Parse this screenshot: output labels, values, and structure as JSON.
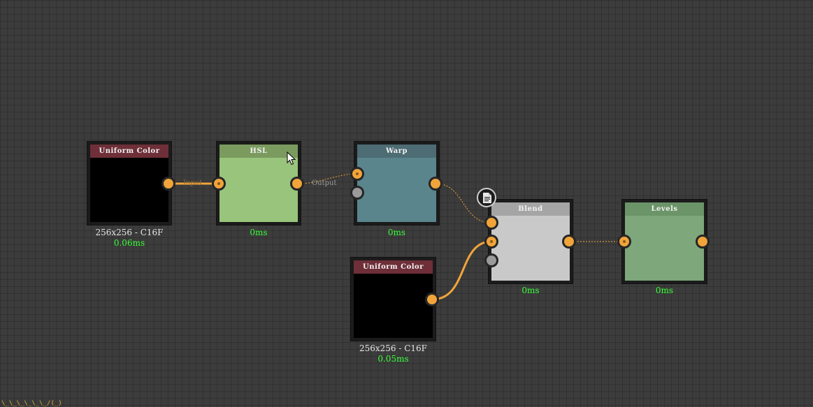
{
  "nodes": {
    "uniform_color_1": {
      "title": "Uniform Color",
      "dimensions": "256x256 - C16F",
      "time": "0.06ms",
      "header_color": "#6e2f38",
      "body_color": "#000000"
    },
    "hsl": {
      "title": "HSL",
      "time": "0ms",
      "header_color": "#7a9a5e",
      "body_color": "#99c47c"
    },
    "warp": {
      "title": "Warp",
      "time": "0ms",
      "header_color": "#4d6c74",
      "body_color": "#5a858d"
    },
    "uniform_color_2": {
      "title": "Uniform Color",
      "dimensions": "256x256 - C16F",
      "time": "0.05ms",
      "header_color": "#6e2f38",
      "body_color": "#000000"
    },
    "blend": {
      "title": "Blend",
      "time": "0ms",
      "header_color": "#a5a5a5",
      "body_color": "#c9c9c9"
    },
    "levels": {
      "title": "Levels",
      "time": "0ms",
      "header_color": "#6b9468",
      "body_color": "#7ea77b"
    }
  },
  "wire_labels": {
    "input": "Input",
    "output": "Output"
  },
  "icons": {
    "doc": "document-icon",
    "cursor": "mouse-pointer-icon"
  },
  "colors": {
    "port": "#f0a43a",
    "wire": "#f0a43a",
    "time_text": "#3aff3a"
  },
  "status_text": "\\_\\_\\_\\_\\_\\_/(_)"
}
